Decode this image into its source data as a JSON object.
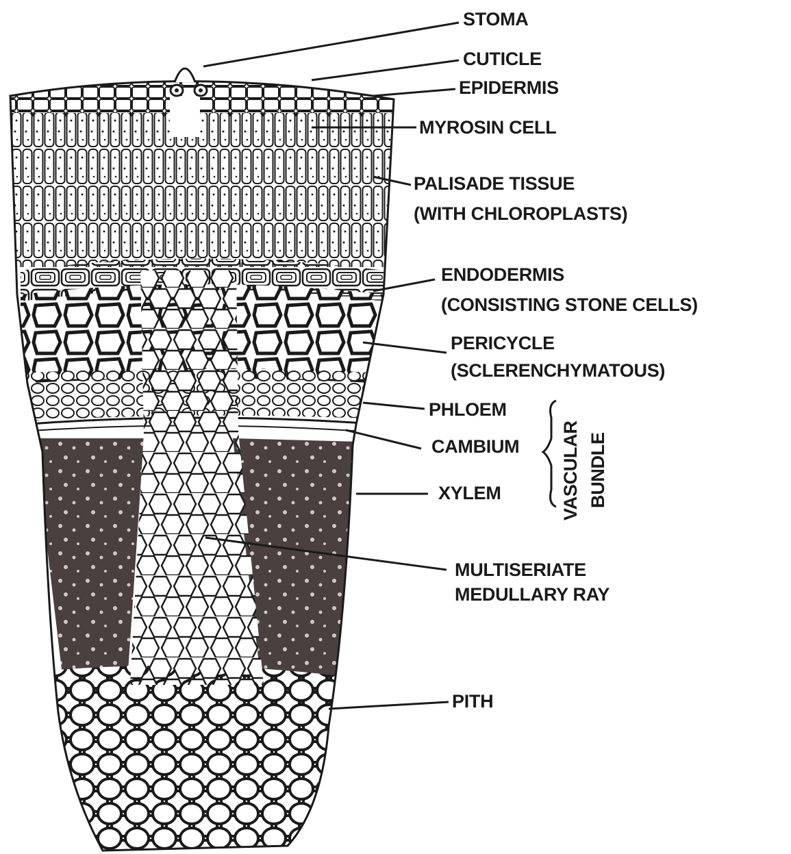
{
  "labels": {
    "stoma": "STOMA",
    "cuticle": "CUTICLE",
    "epidermis": "EPIDERMIS",
    "myrosin_cell": "MYROSIN CELL",
    "palisade": [
      "PALISADE TISSUE",
      "(WITH CHLOROPLASTS)"
    ],
    "endodermis": [
      "ENDODERMIS",
      "(CONSISTING STONE CELLS)"
    ],
    "pericycle": [
      "PERICYCLE",
      "(SCLERENCHYMATOUS)"
    ],
    "phloem": "PHLOEM",
    "cambium": "CAMBIUM",
    "xylem": "XYLEM",
    "medullary_ray": [
      "MULTISERIATE",
      "MEDULLARY RAY"
    ],
    "pith": "PITH",
    "vascular_bundle": [
      "VASCULAR",
      "BUNDLE"
    ]
  },
  "colors": {
    "ink": "#1a1a1a",
    "xylem_fill": "#4a4040",
    "background": "#ffffff"
  }
}
